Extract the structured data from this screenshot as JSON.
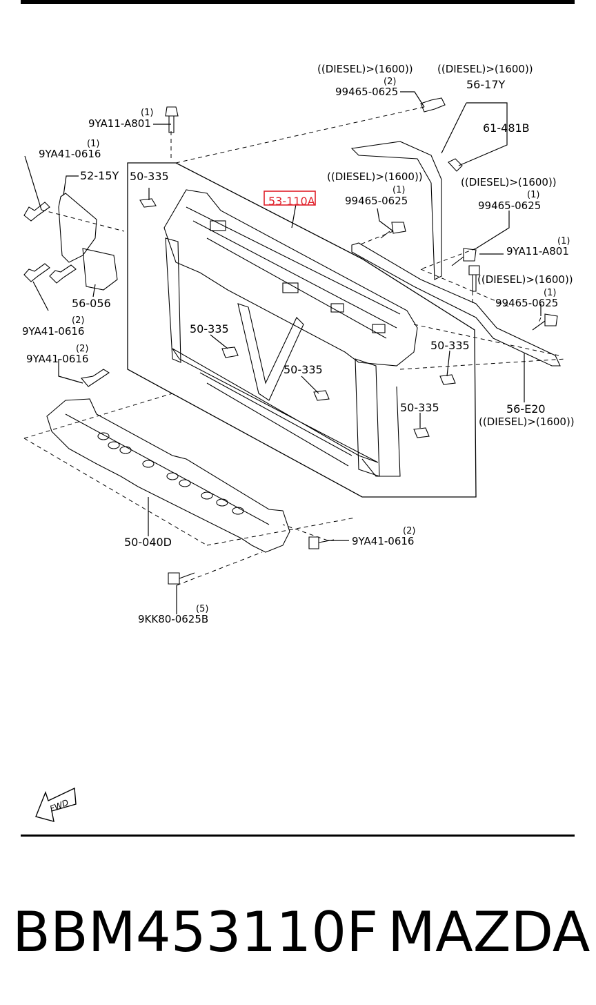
{
  "callouts": {
    "diesel_1600": "((DIESEL)>(1600))",
    "qty1": "(1)",
    "qty2": "(2)",
    "qty5": "(5)",
    "p_9YA11_A801": "9YA11-A801",
    "p_9YA41_0616": "9YA41-0616",
    "p_52_15Y": "52-15Y",
    "p_50_335": "50-335",
    "p_53_110A": "53-110A",
    "p_99465_0625": "99465-0625",
    "p_56_17Y": "56-17Y",
    "p_61_481B": "61-481B",
    "p_56_056": "56-056",
    "p_56_E20": "56-E20",
    "p_50_040D": "50-040D",
    "p_9KK80_0625B": "9KK80-0625B",
    "fwd": "FWD"
  },
  "highlight_color": "#e0202a",
  "footer": {
    "part_number": "BBM453110F",
    "brand": "MAZDA"
  }
}
